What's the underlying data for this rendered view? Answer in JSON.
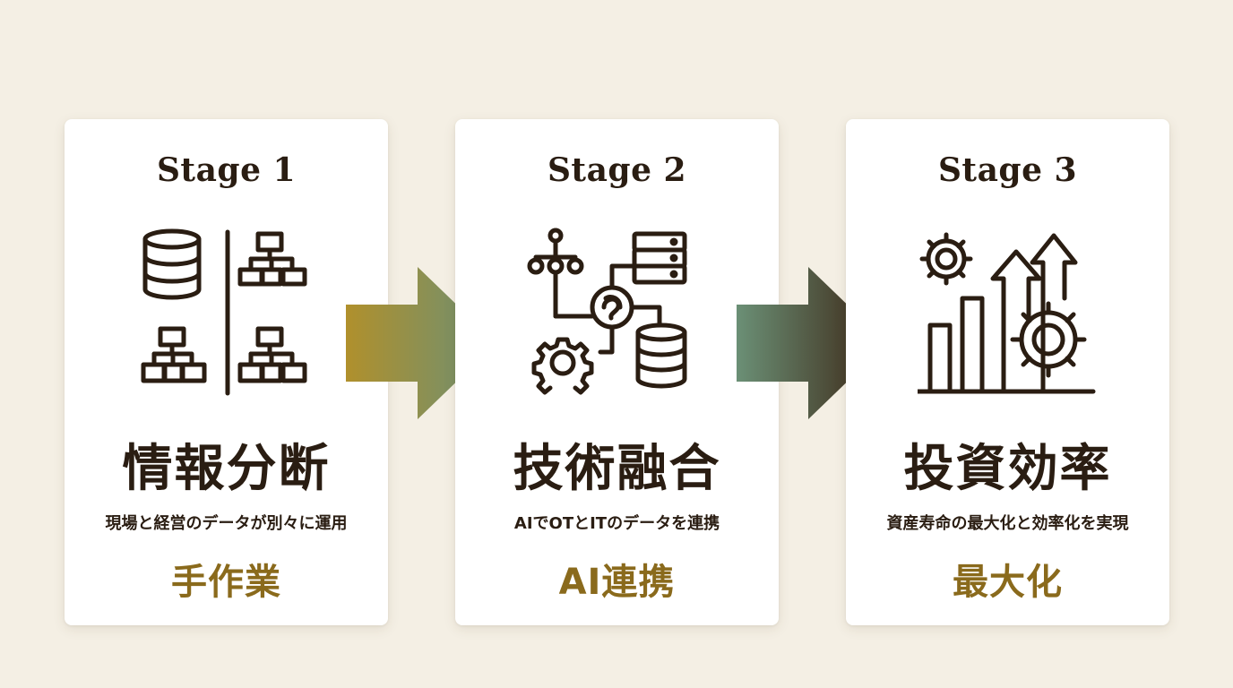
{
  "stages": [
    {
      "stage": "Stage 1",
      "title": "情報分断",
      "description": "現場と経営のデータが別々に運用",
      "tag": "手作業",
      "icon": "database-hierarchy-icon"
    },
    {
      "stage": "Stage 2",
      "title": "技術融合",
      "description": "AIでOTとITのデータを連携",
      "tag": "AI連携",
      "icon": "ai-integration-icon"
    },
    {
      "stage": "Stage 3",
      "title": "投資効率",
      "description": "資産寿命の最大化と効率化を実現",
      "tag": "最大化",
      "icon": "growth-gears-icon"
    }
  ],
  "arrows": [
    {
      "from_color": "#b0902c",
      "to_color": "#6b9076"
    },
    {
      "from_color": "#6b9076",
      "to_color": "#3a2212"
    }
  ],
  "colors": {
    "background": "#f4efe4",
    "card": "#ffffff",
    "text_dark": "#2a1d12",
    "accent_gold": "#8a6a1c"
  }
}
